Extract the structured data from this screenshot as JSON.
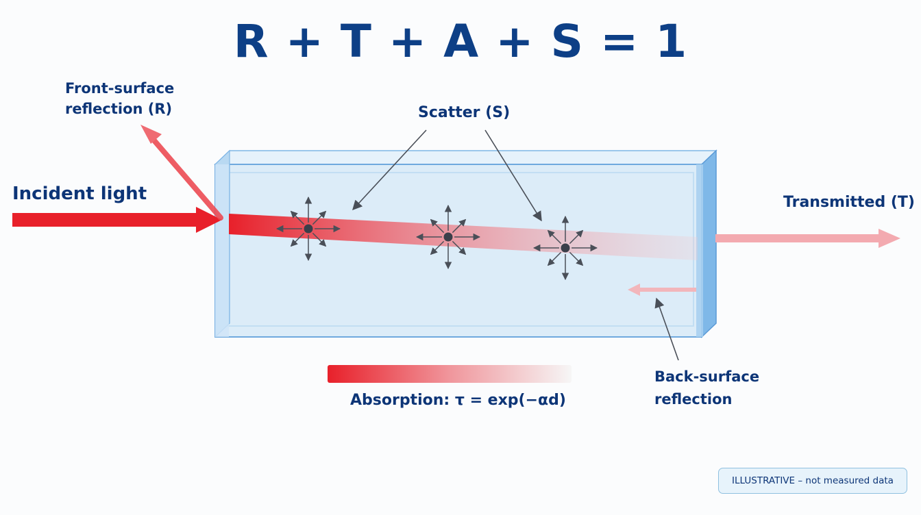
{
  "equation": "R + T + A + S = 1",
  "labels": {
    "front_reflection_line1": "Front-surface",
    "front_reflection_line2": "reflection (R)",
    "incident": "Incident light",
    "scatter": "Scatter (S)",
    "transmitted": "Transmitted (T)",
    "back_reflection_line1": "Back-surface",
    "back_reflection_line2": "reflection",
    "absorption": "Absorption: τ = exp(−αd)"
  },
  "badge": "ILLUSTRATIVE – not measured data",
  "colors": {
    "title": "#0d3f86",
    "text": "#0d3577",
    "beam": "#e8202a",
    "slab_fill": "#dcecf8",
    "slab_edge": "#7fb6e6",
    "scatter_center": "#3a3f4a",
    "badge_border": "#8fc0e0"
  },
  "icons": [
    "scatter-center-icon",
    "arrow-icon"
  ]
}
